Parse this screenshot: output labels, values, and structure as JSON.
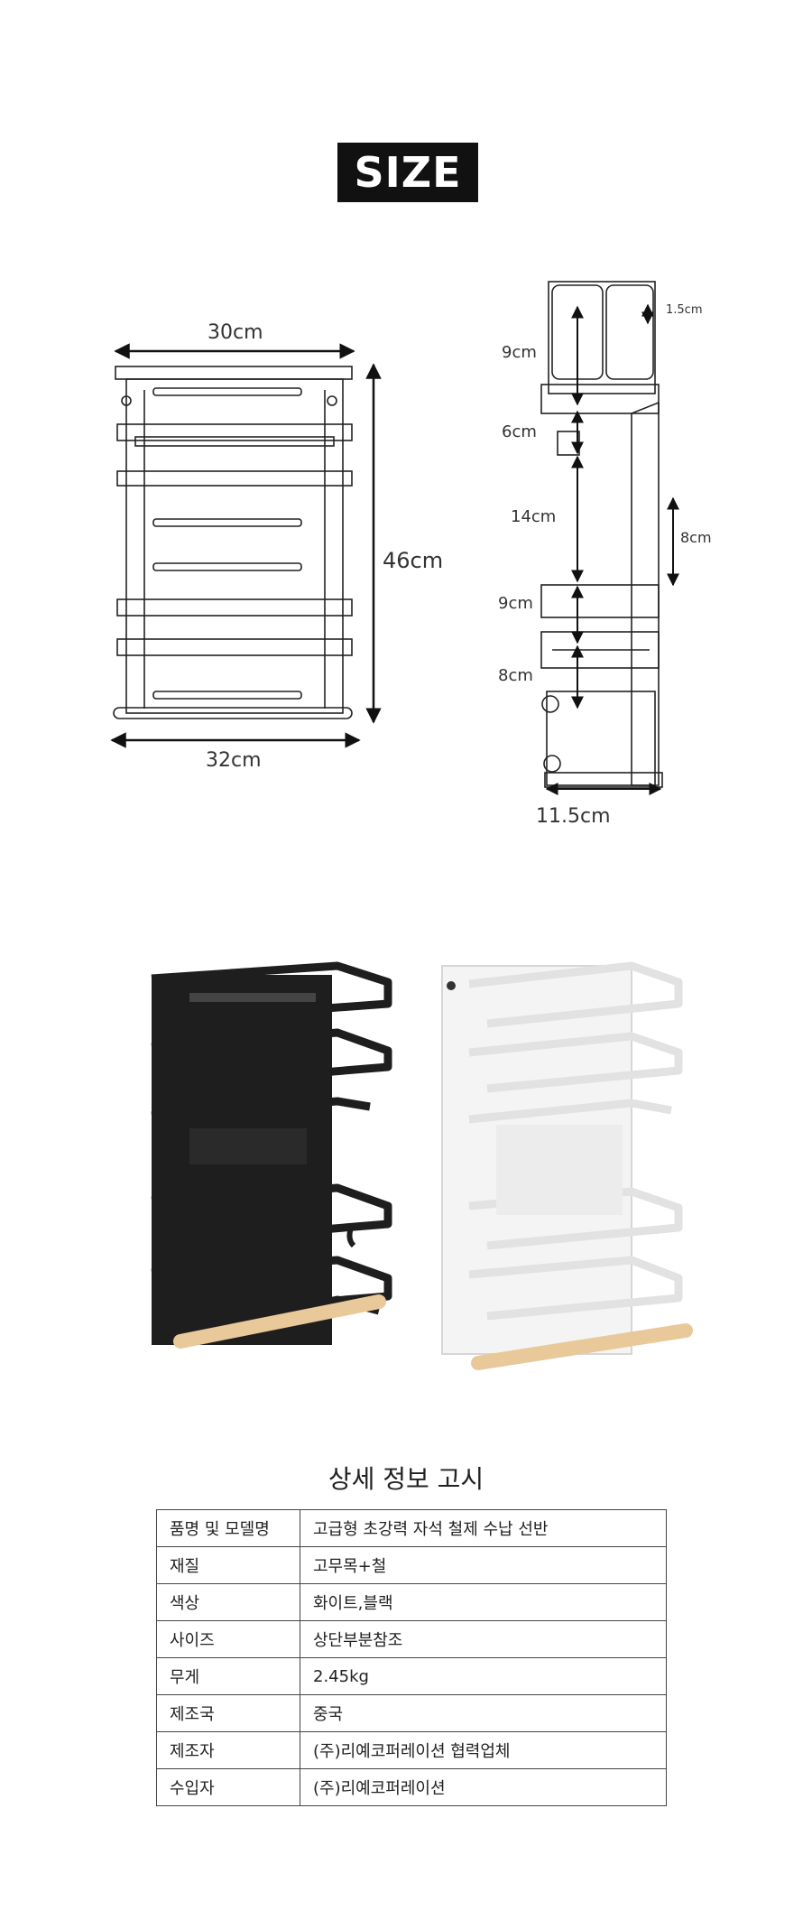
{
  "header": {
    "badge": "SIZE"
  },
  "front_dims": {
    "top_width": "30cm",
    "height": "46cm",
    "bottom_width": "32cm"
  },
  "side_dims": {
    "top_gap": "1.5cm",
    "gap1": "9cm",
    "gap2": "6cm",
    "gap3": "14cm",
    "panel": "8cm",
    "gap4": "9cm",
    "gap5": "8cm",
    "depth": "11.5cm"
  },
  "colors": {
    "black_rack": "#1e1e1e",
    "white_rack": "#f4f4f4",
    "wood": "#e9c89a"
  },
  "spec": {
    "title": "상세 정보 고시",
    "rows": [
      {
        "key": "품명 및 모델명",
        "value": "고급형 초강력 자석 철제 수납 선반"
      },
      {
        "key": "재질",
        "value": "고무목+철"
      },
      {
        "key": "색상",
        "value": "화이트,블랙"
      },
      {
        "key": "사이즈",
        "value": "상단부분참조"
      },
      {
        "key": "무게",
        "value": "2.45kg"
      },
      {
        "key": "제조국",
        "value": "중국"
      },
      {
        "key": "제조자",
        "value": "(주)리예코퍼레이션 협력업체"
      },
      {
        "key": "수입자",
        "value": "(주)리예코퍼레이션"
      }
    ]
  }
}
